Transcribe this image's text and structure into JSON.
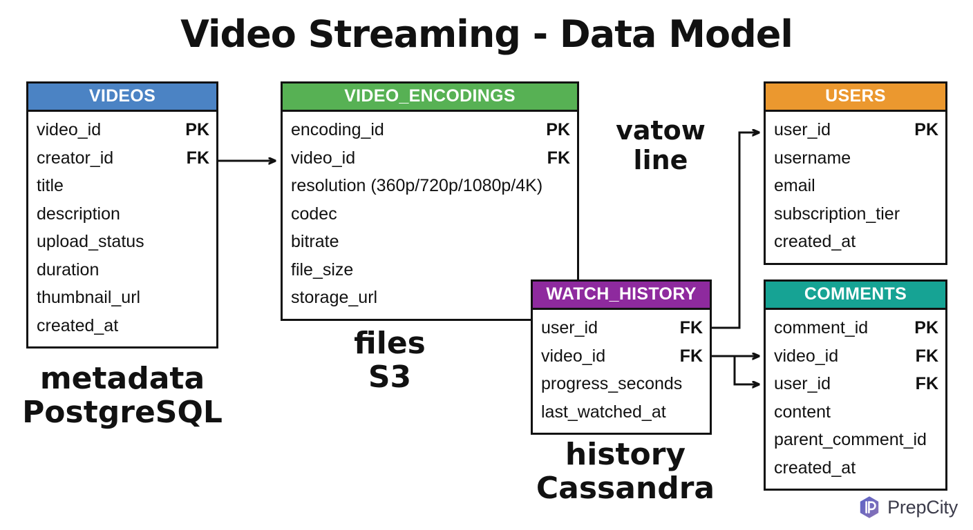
{
  "title": "Video Streaming - Data Model",
  "entities": [
    {
      "id": "videos",
      "name": "VIDEOS",
      "header_color": "#4b83c4",
      "fields": [
        {
          "name": "video_id",
          "key": "PK"
        },
        {
          "name": "creator_id",
          "key": "FK"
        },
        {
          "name": "title",
          "key": ""
        },
        {
          "name": "description",
          "key": ""
        },
        {
          "name": "upload_status",
          "key": ""
        },
        {
          "name": "duration",
          "key": ""
        },
        {
          "name": "thumbnail_url",
          "key": ""
        },
        {
          "name": "created_at",
          "key": ""
        }
      ]
    },
    {
      "id": "video_encodings",
      "name": "VIDEO_ENCODINGS",
      "header_color": "#57b154",
      "fields": [
        {
          "name": "encoding_id",
          "key": "PK"
        },
        {
          "name": "video_id",
          "key": "FK"
        },
        {
          "name": "resolution (360p/720p/1080p/4K)",
          "key": ""
        },
        {
          "name": "codec",
          "key": ""
        },
        {
          "name": "bitrate",
          "key": ""
        },
        {
          "name": "file_size",
          "key": ""
        },
        {
          "name": "storage_url",
          "key": ""
        }
      ]
    },
    {
      "id": "users",
      "name": "USERS",
      "header_color": "#eb982f",
      "fields": [
        {
          "name": "user_id",
          "key": "PK"
        },
        {
          "name": "username",
          "key": ""
        },
        {
          "name": "email",
          "key": ""
        },
        {
          "name": "subscription_tier",
          "key": ""
        },
        {
          "name": "created_at",
          "key": ""
        }
      ]
    },
    {
      "id": "watch_history",
      "name": "WATCH_HISTORY",
      "header_color": "#8e2a9e",
      "fields": [
        {
          "name": "user_id",
          "key": "FK"
        },
        {
          "name": "video_id",
          "key": "FK"
        },
        {
          "name": "progress_seconds",
          "key": ""
        },
        {
          "name": "last_watched_at",
          "key": ""
        }
      ]
    },
    {
      "id": "comments",
      "name": "COMMENTS",
      "header_color": "#16a394",
      "fields": [
        {
          "name": "comment_id",
          "key": "PK"
        },
        {
          "name": "video_id",
          "key": "FK"
        },
        {
          "name": "user_id",
          "key": "FK"
        },
        {
          "name": "content",
          "key": ""
        },
        {
          "name": "parent_comment_id",
          "key": ""
        },
        {
          "name": "created_at",
          "key": ""
        }
      ]
    }
  ],
  "notes": {
    "metadata_store": "metadata\nPostgreSQL",
    "file_store": "files\nS3",
    "history_store": "history\nCassandra",
    "overlap_note": "vatow\nline"
  },
  "brand": {
    "name": "PrepCity",
    "logo_color_start": "#5b63c8",
    "logo_color_end": "#7c6fb8"
  }
}
